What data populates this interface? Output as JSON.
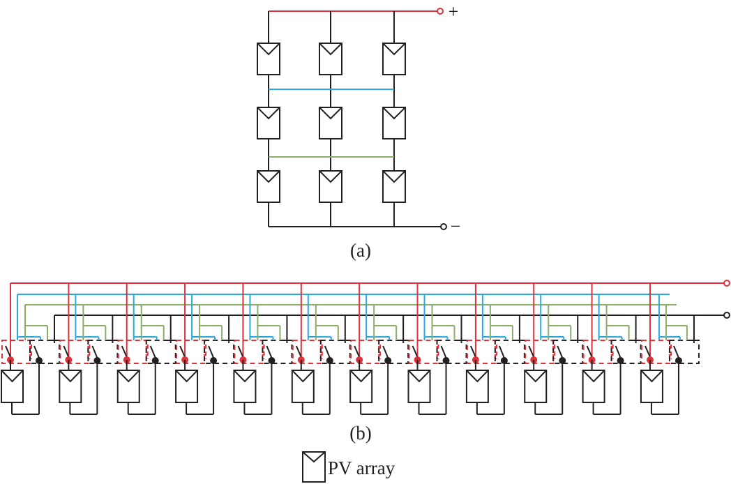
{
  "figure": {
    "part_a": {
      "caption": "(a)",
      "positive_terminal": "+",
      "negative_terminal": "−",
      "rows": 3,
      "columns": 3,
      "tie_lines": [
        {
          "between_rows": [
            1,
            2
          ],
          "color": "#29a9e0"
        },
        {
          "between_rows": [
            2,
            3
          ],
          "color": "#8cad6a"
        }
      ]
    },
    "part_b": {
      "caption": "(b)",
      "module_count": 12,
      "buses": [
        {
          "name": "positive-bus",
          "color": "#e0303a"
        },
        {
          "name": "blue-bus",
          "color": "#29a9e0"
        },
        {
          "name": "green-bus",
          "color": "#8cad6a"
        },
        {
          "name": "negative-bus",
          "color": "#231f20"
        }
      ]
    },
    "legend": {
      "icon": "pv-array-icon",
      "label": "PV array"
    },
    "colors": {
      "red": "#e0303a",
      "blue": "#29a9e0",
      "green": "#8cad6a",
      "black": "#231f20"
    }
  }
}
